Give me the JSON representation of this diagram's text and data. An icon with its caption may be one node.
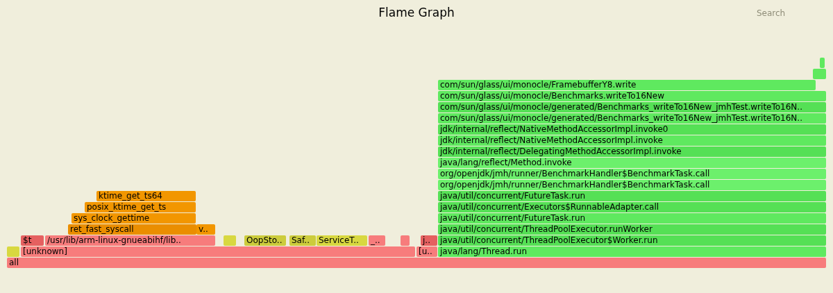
{
  "diagram": {
    "title": "Flame Graph",
    "nodes": [
      {
        "text": [],
        "shape": "bar"
      },
      {
        "text": [],
        "shape": "bar"
      },
      {
        "text": [
          "com/sun/glass/ui/monocle/FramebufferY8.write"
        ]
      },
      {
        "text": [
          "com/sun/glass/ui/monocle/Benchmarks.writeTo16New"
        ]
      },
      {
        "text": [
          "com/sun/glass/ui/monocle/generated/Benchmarks_writeTo16New_jmhTest.writeTo16N.."
        ]
      },
      {
        "text": [
          "com/sun/glass/ui/monocle/generated/Benchmarks_writeTo16New_jmhTest.writeTo16N.."
        ]
      },
      {
        "text": [
          "jdk/internal/reflect/NativeMethodAccessorImpl.invoke0"
        ]
      },
      {
        "text": [
          "jdk/internal/reflect/NativeMethodAccessorImpl.invoke"
        ]
      },
      {
        "text": [
          "jdk/internal/reflect/DelegatingMethodAccessorImpl.invoke"
        ]
      },
      {
        "text": [
          "java/lang/reflect/Method.invoke"
        ]
      },
      {
        "text": [
          "org/openjdk/jmh/runner/BenchmarkHandler$BenchmarkTask.call"
        ]
      },
      {
        "text": [
          "org/openjdk/jmh/runner/BenchmarkHandler$BenchmarkTask.call"
        ]
      },
      {
        "text": [
          "ktime_get_ts64"
        ]
      },
      {
        "text": [
          "java/util/concurrent/FutureTask.run"
        ]
      },
      {
        "text": [
          "posix_ktime_get_ts"
        ]
      },
      {
        "text": [
          "java/util/concurrent/Executors$RunnableAdapter.call"
        ]
      },
      {
        "text": [
          "sys_clock_gettime"
        ]
      },
      {
        "text": [
          "java/util/concurrent/FutureTask.run"
        ]
      },
      {
        "text": [
          "ret_fast_syscall"
        ]
      },
      {
        "text": [
          "v.."
        ]
      },
      {
        "text": [
          "java/util/concurrent/ThreadPoolExecutor.runWorker"
        ]
      },
      {
        "text": [
          "$t"
        ]
      },
      {
        "text": [
          "/usr/lib/arm-linux-gnueabihf/lib.."
        ]
      },
      {
        "text": [],
        "shape": "bar"
      },
      {
        "text": [
          "OopSto.."
        ]
      },
      {
        "text": [
          "Saf.."
        ]
      },
      {
        "text": [
          "ServiceT.."
        ]
      },
      {
        "text": [
          "_.."
        ]
      },
      {
        "text": [],
        "shape": "bar"
      },
      {
        "text": [
          "j.."
        ]
      },
      {
        "text": [
          "java/util/concurrent/ThreadPoolExecutor$Worker.run"
        ]
      },
      {
        "text": [],
        "shape": "bar"
      },
      {
        "text": [
          "[unknown]"
        ]
      },
      {
        "text": [
          "[u.."
        ]
      },
      {
        "text": [
          "java/lang/Thread.run"
        ]
      },
      {
        "text": [
          "all"
        ]
      }
    ],
    "labels": [
      "Search"
    ]
  }
}
